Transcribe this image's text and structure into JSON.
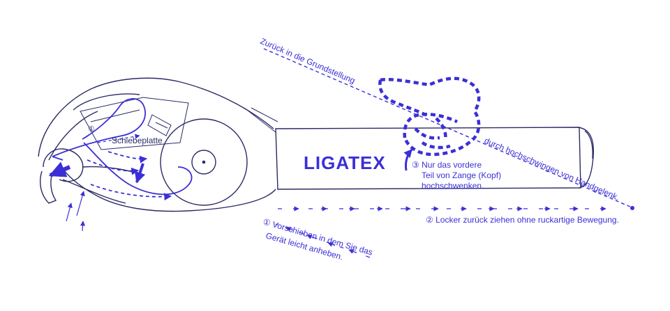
{
  "colors": {
    "ink": "#3a2fd6",
    "outline": "#2a2a66",
    "background": "#ffffff"
  },
  "labels": {
    "brand": "LIGATEX",
    "plate": "Schiebeplatte",
    "marker_one": "①",
    "reset": "Zurück in die Grundstellung",
    "swing": "durch hochschwingen von Handgelenk.",
    "step3_line1": "③ Nur das vordere",
    "step3_line2": "Teil von Zange (Kopf)",
    "step3_line3": "hochschwenken.",
    "step2": "② Locker zurück ziehen ohne ruckartige Bewegung.",
    "step1_line1": "① Vorschieben in dem Sie das",
    "step1_line2": "Gerät leicht anheben."
  }
}
